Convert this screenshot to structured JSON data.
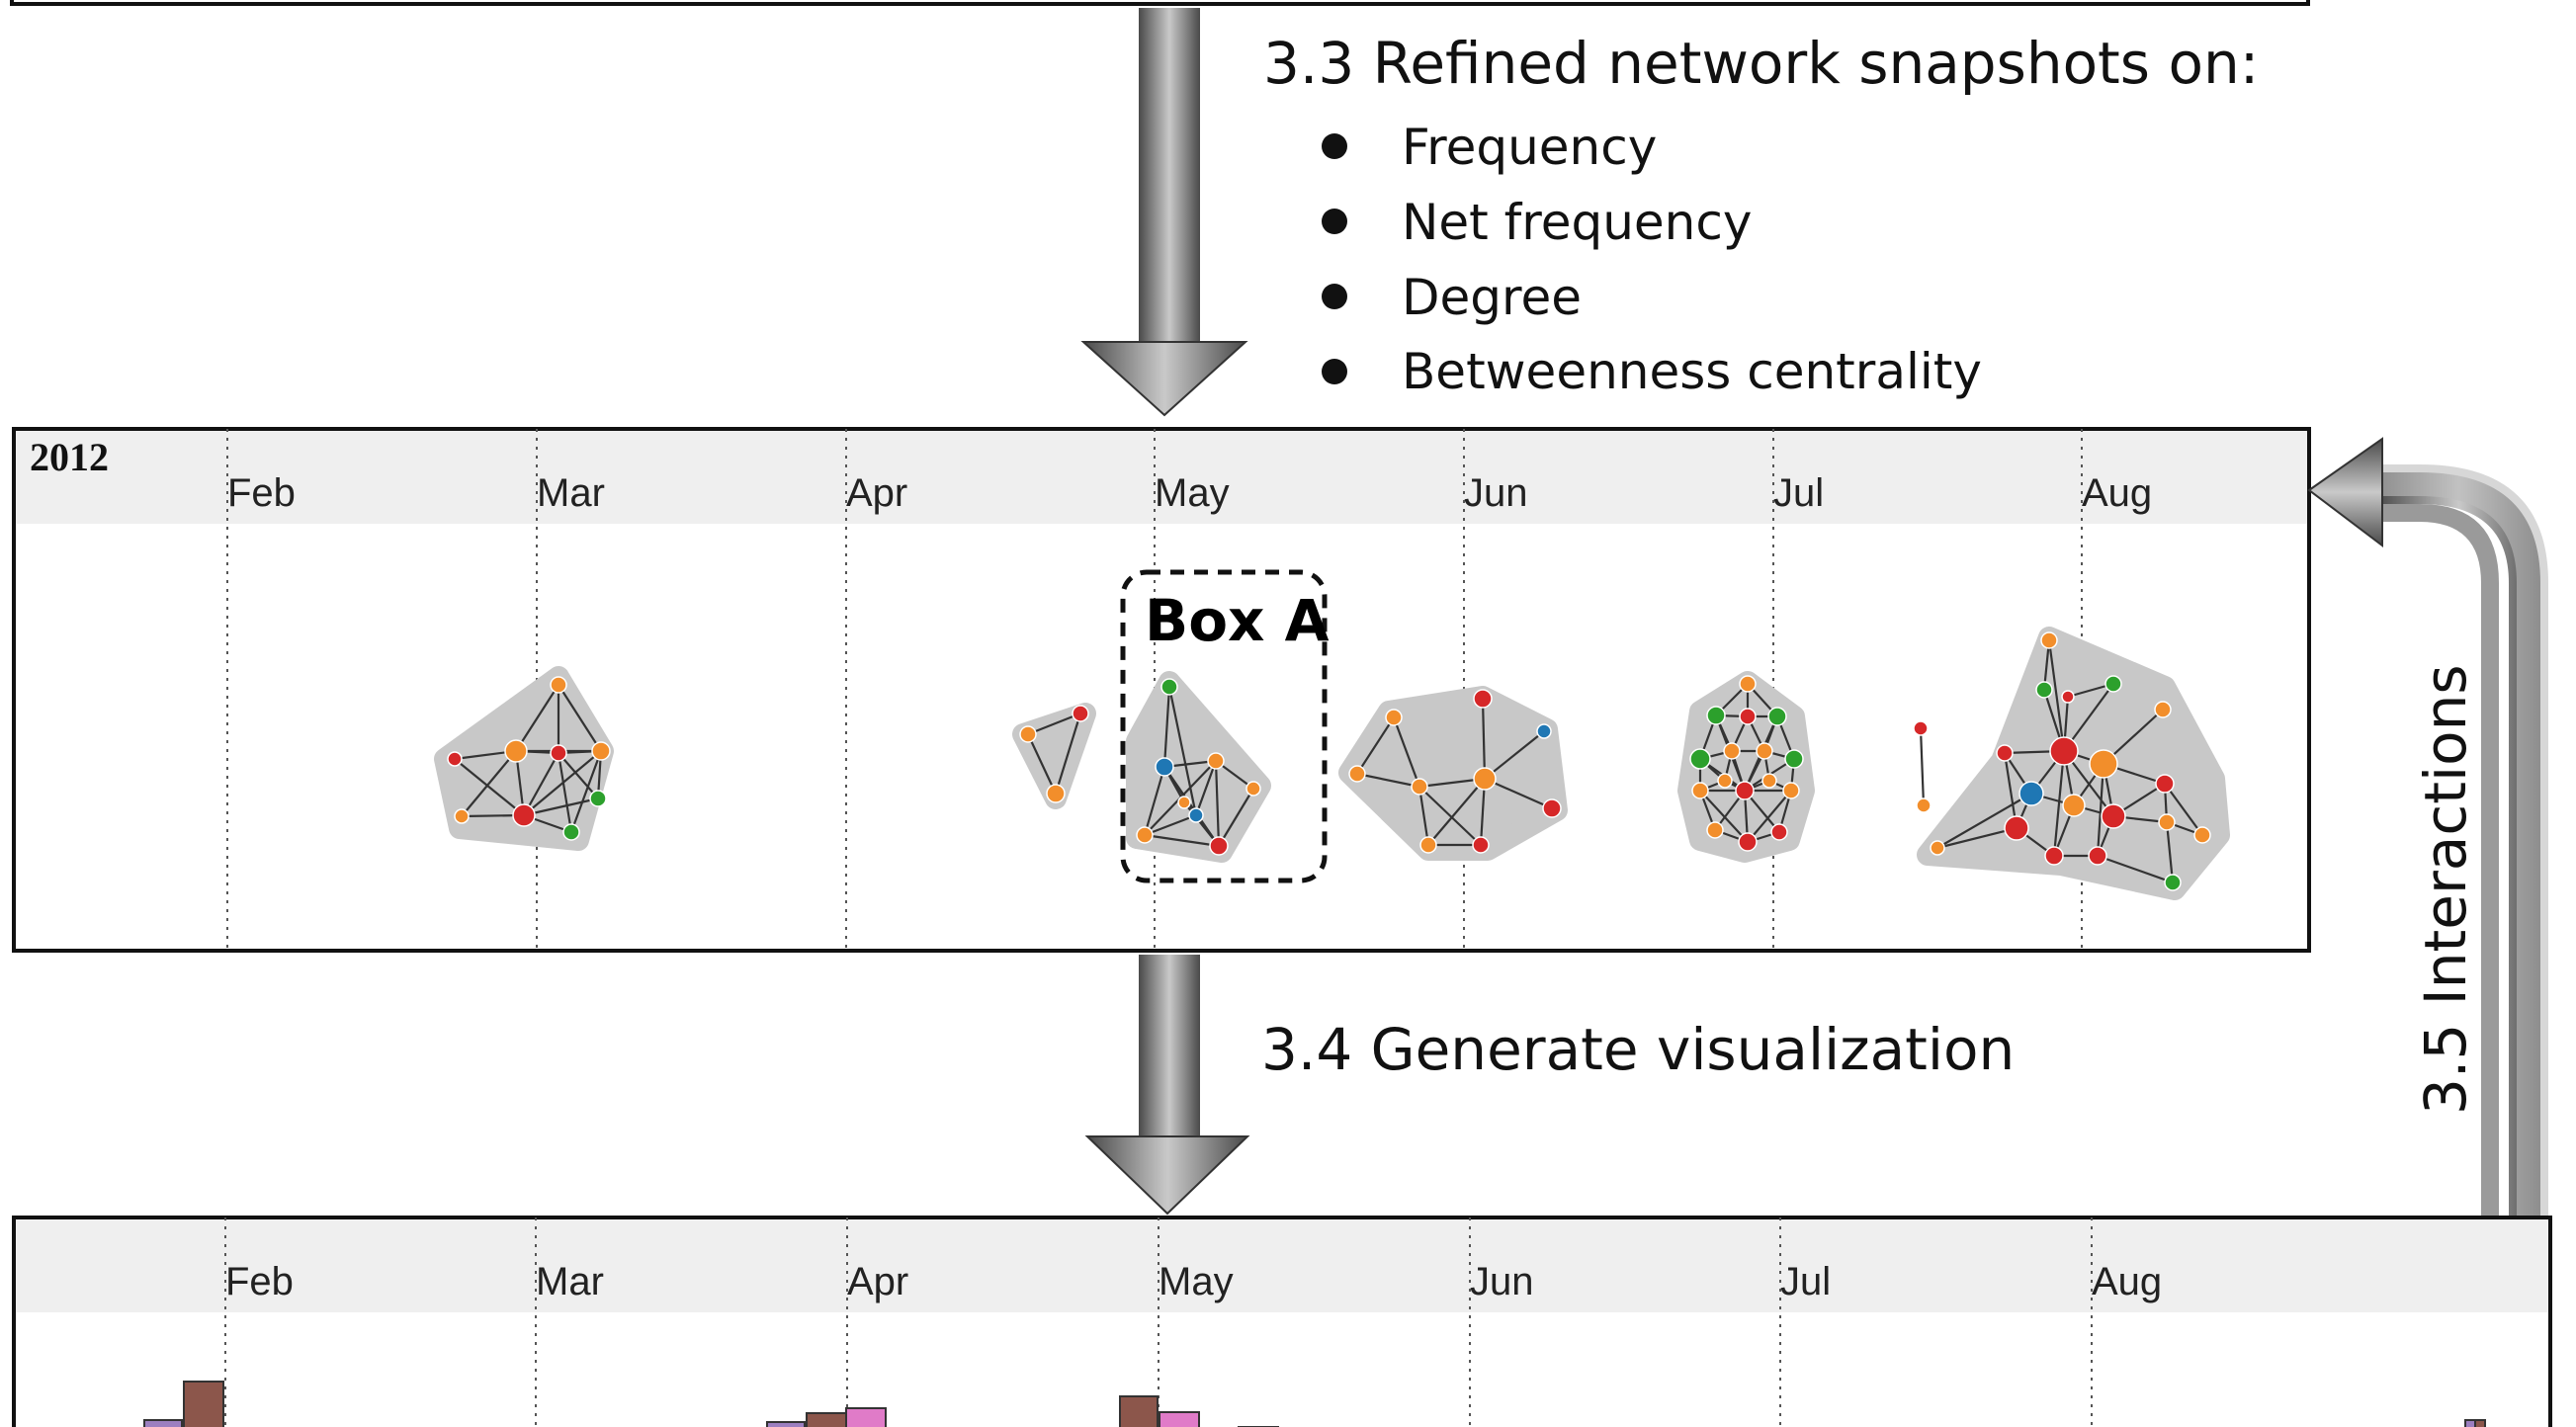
{
  "top_step": {
    "title": "3.3 Refined network snapshots on:",
    "bullets": [
      "Frequency",
      "Net frequency",
      "Degree",
      "Betweenness centrality"
    ]
  },
  "middle_step": {
    "title": "3.4 Generate visualization"
  },
  "side_step": {
    "title": "3.5 Interactions"
  },
  "timeline_top": {
    "year": "2012",
    "months": [
      "Feb",
      "Mar",
      "Apr",
      "May",
      "Jun",
      "Jul",
      "Aug"
    ],
    "highlight_box": "Box A"
  },
  "timeline_bottom": {
    "months": [
      "Feb",
      "Mar",
      "Apr",
      "May",
      "Jun",
      "Jul",
      "Aug"
    ]
  },
  "colors": {
    "node_orange": "#f28e2b",
    "node_red": "#d62728",
    "node_green": "#2ca02c",
    "node_blue": "#1f77b4",
    "hull_gray": "#c8c8c8",
    "header_gray": "#efefef",
    "bar_purple": "#9c7fc0",
    "bar_brown": "#8c564b",
    "bar_pink": "#e07bc8"
  }
}
